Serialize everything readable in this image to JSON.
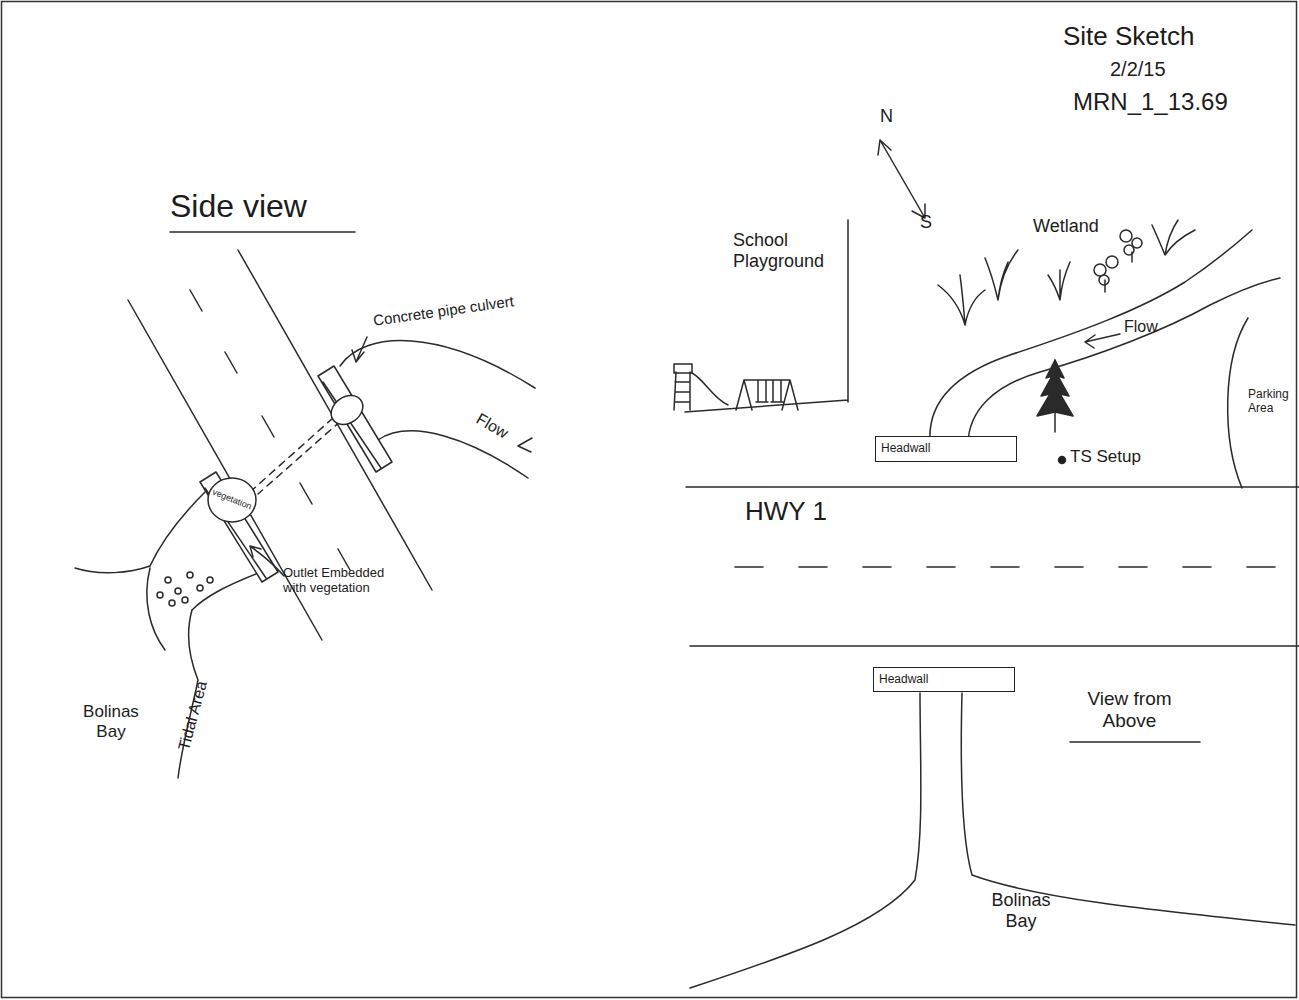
{
  "diagram": {
    "title": "Site Sketch",
    "nodes": [
      {
        "text": [
          "vegetation"
        ]
      },
      {
        "text": [
          "Headwall"
        ]
      },
      {
        "text": [
          "Headwall"
        ]
      }
    ],
    "labels": [
      "2/2/15",
      "MRN_1_13.69",
      "Side view",
      "Concrete pipe culvert",
      "Flow",
      "Outlet Embedded with vegetation",
      "Bolinas Bay",
      "Tidal Area",
      "N",
      "S",
      "School Playground",
      "Wetland",
      "Flow",
      "Parking Area",
      "TS Setup",
      "HWY 1",
      "View from Above",
      "Bolinas Bay"
    ]
  }
}
